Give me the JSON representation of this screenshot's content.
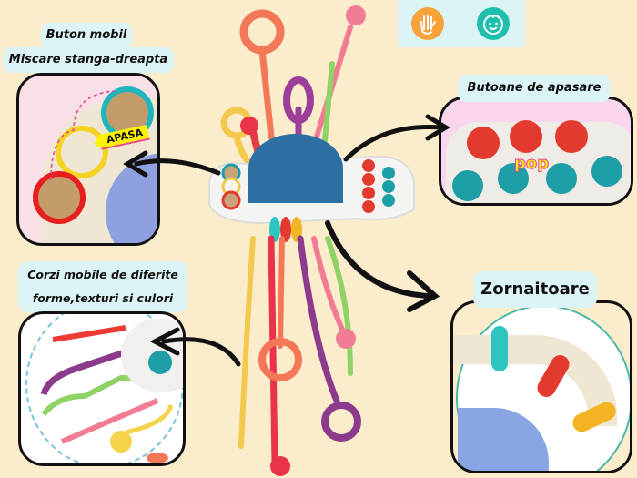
{
  "header_icons": [
    {
      "name": "hand-icon",
      "color": "#f7a23a"
    },
    {
      "name": "baby-face-icon",
      "color": "#1fbfae"
    }
  ],
  "features": {
    "mobile_button": {
      "title_line1": "Buton mobil",
      "title_line2": "Miscare stanga-dreapta",
      "callout": "APASA"
    },
    "push_buttons": {
      "title": "Butoane de apasare",
      "callout": "pop"
    },
    "cords": {
      "title_line1": "Corzi  mobile de diferite",
      "title_line2": "forme,texturi si culori"
    },
    "rattles": {
      "title": "Zornaitoare"
    }
  },
  "colors": {
    "background": "#fbeccb",
    "label_bg": "#dcf4f6",
    "pop_red": "#e23a2e",
    "pop_teal": "#1e9ea6",
    "dome_blue": "#2d6fa3",
    "accent_yellow": "#fff200",
    "accent_pink": "#e8429a"
  }
}
